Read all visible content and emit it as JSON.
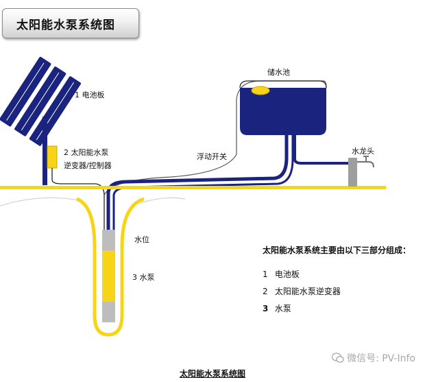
{
  "title": "太阳能水泵系统图",
  "labels": {
    "panel": "1 电池板",
    "inverter_line1": "2 太阳能水泵",
    "inverter_line2": "逆变器/控制器",
    "tank": "储水池",
    "float_switch": "浮动开关",
    "faucet": "水龙头",
    "water_level": "水位",
    "pump": "3 水泵"
  },
  "summary": {
    "heading": "太阳能水泵系统主要由以下三部分组成：",
    "items": [
      {
        "num": "1",
        "text": "电池板"
      },
      {
        "num": "2",
        "text": "太阳能水泵逆变器"
      },
      {
        "num": "3",
        "text": "水泵"
      }
    ]
  },
  "caption": "太阳能水泵系统图",
  "watermark": "微信号: PV-Info",
  "colors": {
    "navy": "#1a237e",
    "yellow": "#f7d417",
    "ground": "#f5d90a",
    "gray": "#bdbdbd"
  }
}
